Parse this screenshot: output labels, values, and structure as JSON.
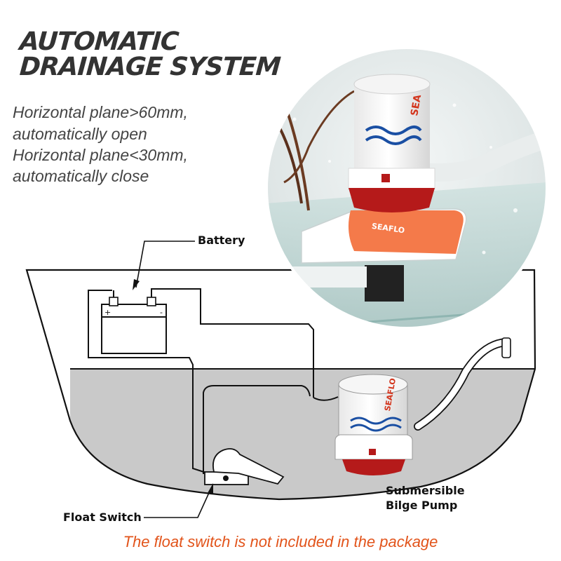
{
  "heading": {
    "line1": "AUTOMATIC",
    "line2": "DRAINAGE SYSTEM"
  },
  "description": {
    "line1": "Horizontal plane>60mm,",
    "line2": "automatically open",
    "line3": "Horizontal plane<30mm,",
    "line4": "automatically close"
  },
  "labels": {
    "battery": "Battery",
    "pump_line1": "Submersible",
    "pump_line2": "Bilge Pump",
    "float_switch": "Float Switch"
  },
  "photo": {
    "brand_text": "SEAFLO"
  },
  "notice": "The float switch is not included in the package",
  "colors": {
    "title": "#333333",
    "notice": "#e2541b",
    "water": "#c9c9c9",
    "pump_red": "#b51a1a",
    "wave_blue": "#1a4fa3",
    "float_orange": "#f47a4a"
  }
}
